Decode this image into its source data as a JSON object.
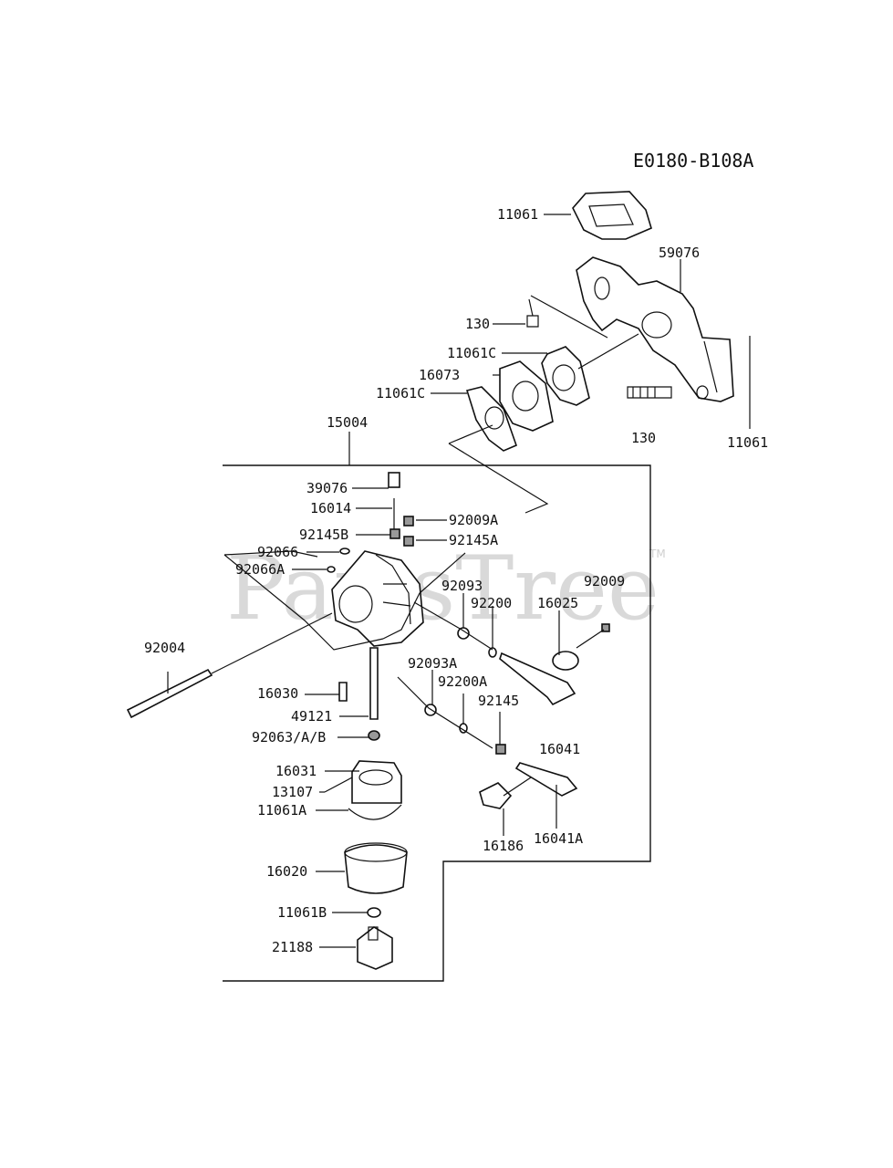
{
  "diagram_code": "E0180-B108A",
  "watermark": {
    "text": "PartsTree",
    "trademark": "TM"
  },
  "part_labels": {
    "p11061_top": "11061",
    "p59076": "59076",
    "p130_top": "130",
    "p11061c_a": "11061C",
    "p16073": "16073",
    "p11061c_b": "11061C",
    "p15004": "15004",
    "p130_side": "130",
    "p11061_side": "11061",
    "p39076": "39076",
    "p16014": "16014",
    "p92009a": "92009A",
    "p92145b": "92145B",
    "p92145a": "92145A",
    "p92066": "92066",
    "p92066a": "92066A",
    "p92093": "92093",
    "p92009": "92009",
    "p92200": "92200",
    "p16025": "16025",
    "p92004": "92004",
    "p92093a": "92093A",
    "p92200a": "92200A",
    "p16030": "16030",
    "p92145": "92145",
    "p49121": "49121",
    "p92063": "92063/A/B",
    "p16041": "16041",
    "p16031": "16031",
    "p13107": "13107",
    "p11061a": "11061A",
    "p16186": "16186",
    "p16041a": "16041A",
    "p16020": "16020",
    "p11061b": "11061B",
    "p21188": "21188"
  }
}
